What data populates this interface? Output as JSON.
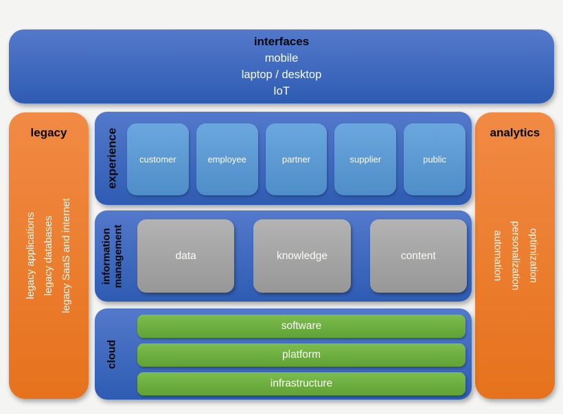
{
  "colors": {
    "page_bg": "#f4f4f2",
    "band_blue_top": "#5379cb",
    "band_blue_bottom": "#2e5cb2",
    "box_blue_top": "#6ba7de",
    "box_blue_bottom": "#4f8dc9",
    "orange_top": "#f18a44",
    "orange_bottom": "#e6721c",
    "gray_top": "#b3b3b3",
    "gray_bottom": "#979797",
    "green_top": "#7cbd4e",
    "green_bottom": "#61a135"
  },
  "interfaces": {
    "title": "interfaces",
    "items": [
      "mobile",
      "laptop / desktop",
      "IoT"
    ]
  },
  "legacy": {
    "title": "legacy",
    "items": [
      "legacy applications",
      "legacy databases",
      "legacy SaaS and internet"
    ]
  },
  "analytics": {
    "title": "analytics",
    "items": [
      "optimization",
      "personalization",
      "automation"
    ]
  },
  "experience": {
    "label": "experience",
    "items": [
      "customer",
      "employee",
      "partner",
      "supplier",
      "public"
    ]
  },
  "information_management": {
    "label_lines": [
      "information",
      "management"
    ],
    "items": [
      "data",
      "knowledge",
      "content"
    ]
  },
  "cloud": {
    "label": "cloud",
    "items": [
      "software",
      "platform",
      "infrastructure"
    ]
  }
}
